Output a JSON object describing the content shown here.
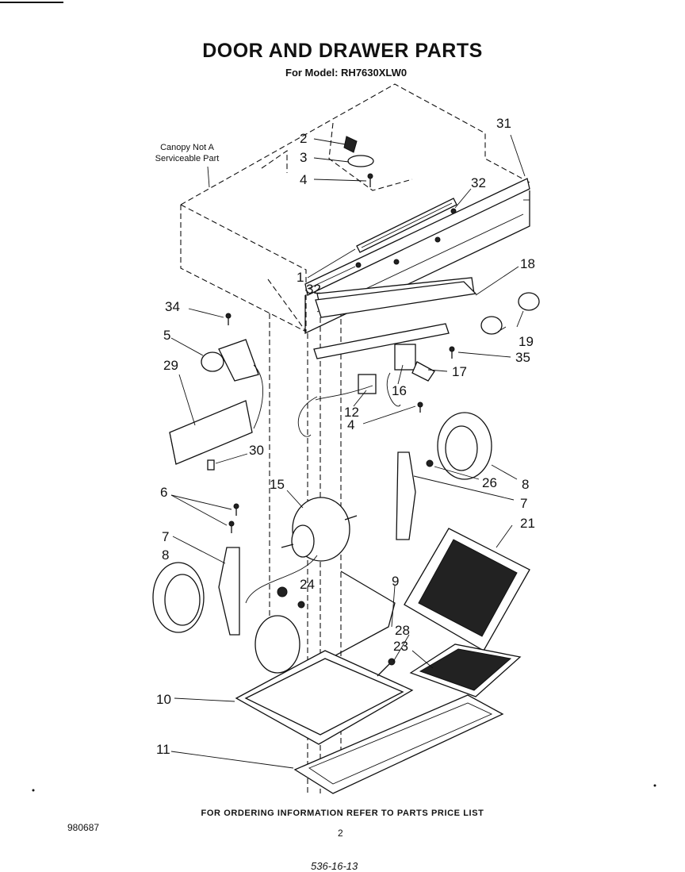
{
  "header": {
    "title": "DOOR AND DRAWER PARTS",
    "model_line": "For Model: RH7630XLW0"
  },
  "notes": {
    "canopy_line1": "Canopy Not A",
    "canopy_line2": "Serviceable Part"
  },
  "footer": {
    "ordering": "FOR ORDERING INFORMATION REFER TO PARTS PRICE LIST",
    "doc_number": "980687",
    "page_number": "2",
    "handwritten": "536-16-13"
  },
  "callouts": {
    "c1": "1",
    "c2": "2",
    "c3": "3",
    "c4a": "4",
    "c4b": "4",
    "c5": "5",
    "c6": "6",
    "c7a": "7",
    "c7b": "7",
    "c8a": "8",
    "c8b": "8",
    "c9": "9",
    "c10": "10",
    "c11": "11",
    "c12": "12",
    "c15": "15",
    "c16": "16",
    "c17": "17",
    "c18": "18",
    "c19": "19",
    "c21": "21",
    "c23": "23",
    "c24": "24",
    "c26": "26",
    "c28": "28",
    "c29": "29",
    "c30": "30",
    "c31": "31",
    "c32a": "32",
    "c32b": "32",
    "c34": "34",
    "c35": "35"
  }
}
